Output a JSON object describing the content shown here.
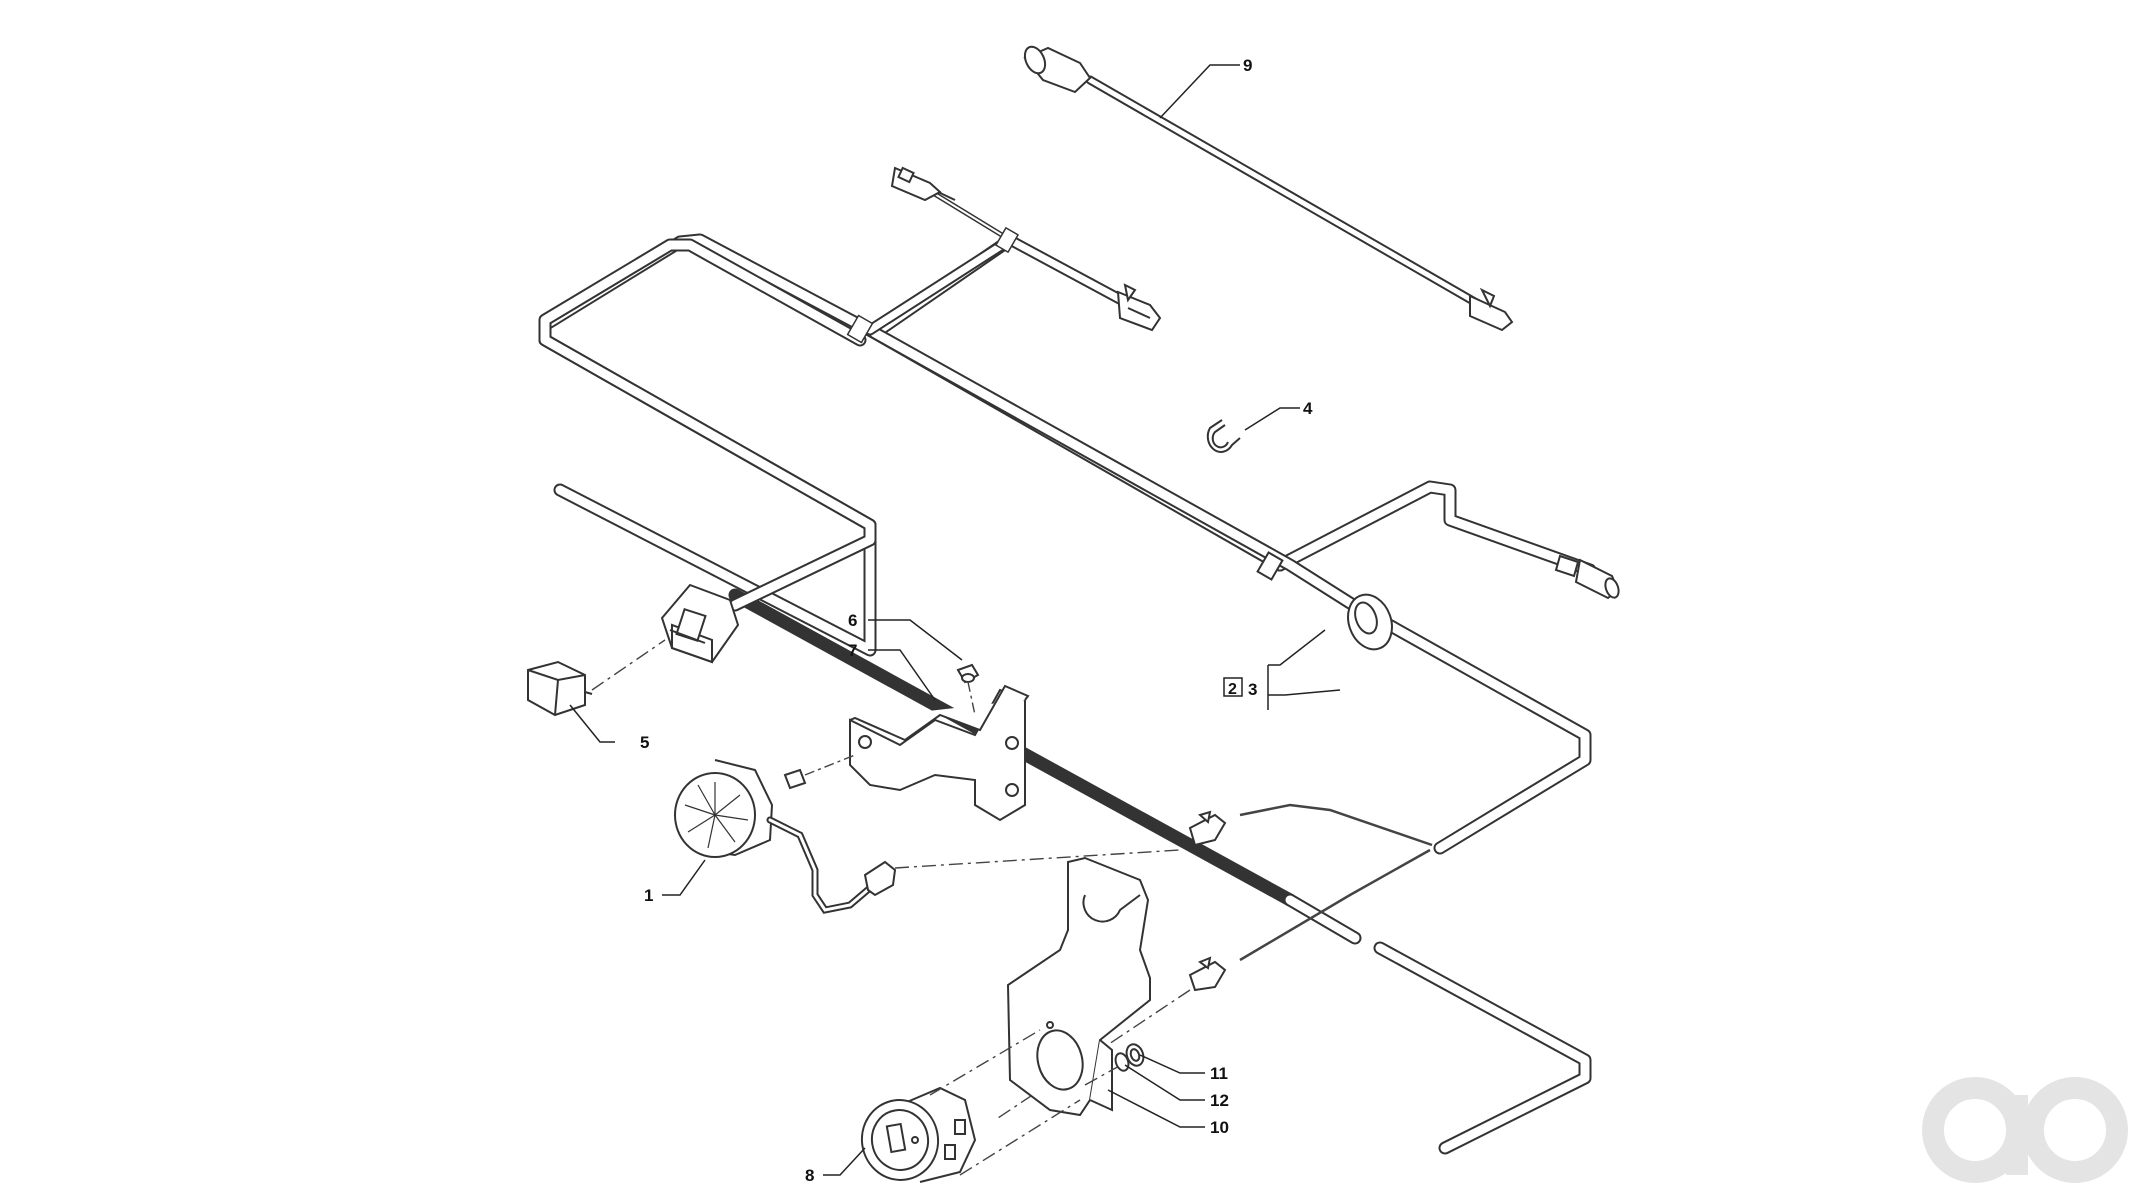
{
  "callouts": {
    "c1": "1",
    "c2": "2",
    "c3": "3",
    "c4": "4",
    "c5": "5",
    "c6": "6",
    "c7": "7",
    "c8": "8",
    "c9": "9",
    "c10": "10",
    "c11": "11",
    "c12": "12"
  },
  "watermark": "ao",
  "colors": {
    "line": "#333333",
    "watermark": "#e4e4e4"
  }
}
